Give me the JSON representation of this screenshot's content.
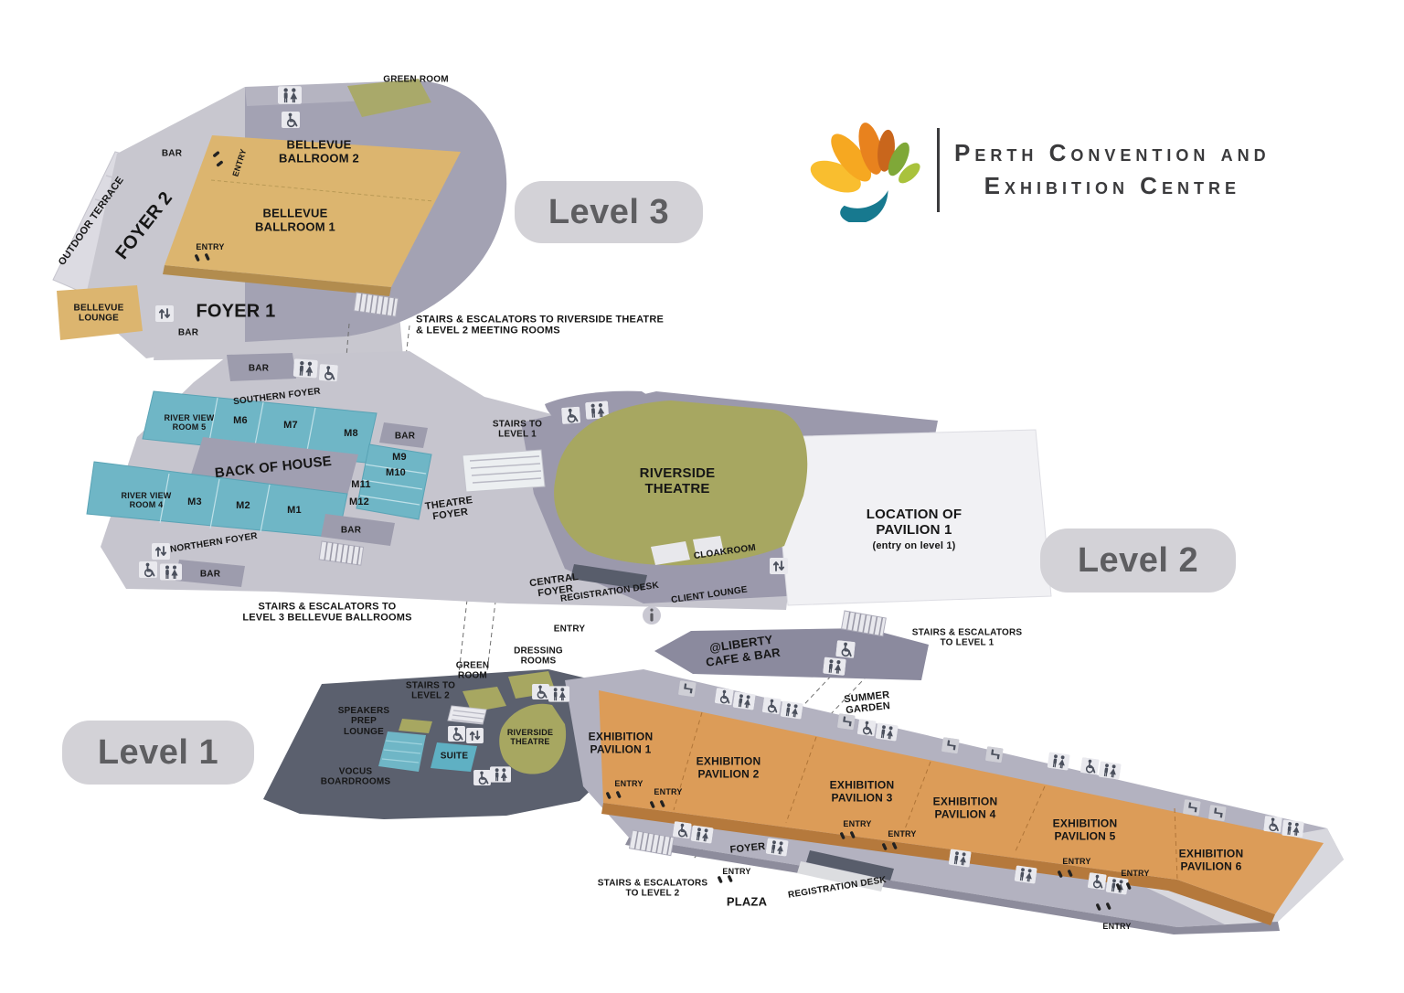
{
  "logo": {
    "line1": "Perth Convention and",
    "line2": "Exhibition Centre"
  },
  "badges": {
    "level1": "Level 1",
    "level2": "Level 2",
    "level3": "Level 3"
  },
  "common": {
    "bar": "BAR",
    "entry": "ENTRY",
    "registration_desk": "REGISTRATION DESK"
  },
  "level3": {
    "green_room": "GREEN ROOM",
    "ballroom2": "BELLEVUE\nBALLROOM 2",
    "ballroom1": "BELLEVUE\nBALLROOM 1",
    "foyer2": "FOYER 2",
    "foyer1": "FOYER 1",
    "outdoor_terrace": "OUTDOOR TERRACE",
    "bellevue_lounge": "BELLEVUE\nLOUNGE",
    "stairs_note": "STAIRS & ESCALATORS TO RIVERSIDE THEATRE\n& LEVEL 2 MEETING ROOMS"
  },
  "level2": {
    "southern_foyer": "SOUTHERN FOYER",
    "northern_foyer": "NORTHERN FOYER",
    "river_view_room_5": "RIVER VIEW\nROOM 5",
    "river_view_room_4": "RIVER VIEW\nROOM 4",
    "back_of_house": "BACK OF HOUSE",
    "meeting_rooms": [
      "M1",
      "M2",
      "M3",
      "M6",
      "M7",
      "M8",
      "M9",
      "M10",
      "M11",
      "M12"
    ],
    "theatre_foyer": "THEATRE\nFOYER",
    "stairs_to_level_1": "STAIRS TO\nLEVEL 1",
    "riverside_theatre": "RIVERSIDE\nTHEATRE",
    "cloakroom": "CLOAKROOM",
    "central_foyer": "CENTRAL\nFOYER",
    "client_lounge": "CLIENT LOUNGE",
    "location_pavilion_1": "LOCATION OF\nPAVILION 1",
    "location_pavilion_1_note": "(entry on level 1)",
    "stairs_note": "STAIRS & ESCALATORS TO\nLEVEL 3 BELLEVUE BALLROOMS",
    "liberty_cafe": "@LIBERTY\nCAFE & BAR",
    "stairs_escalators_level_1": "STAIRS & ESCALATORS\nTO LEVEL 1"
  },
  "level1": {
    "stairs_to_level_2": "STAIRS TO\nLEVEL 2",
    "green_room": "GREEN\nROOM",
    "dressing_rooms": "DRESSING\nROOMS",
    "speakers_prep_lounge": "SPEAKERS\nPREP\nLOUNGE",
    "vocus_boardrooms": "VOCUS\nBOARDROOMS",
    "suite": "SUITE",
    "riverside_theatre": "RIVERSIDE\nTHEATRE",
    "summer_garden": "SUMMER\nGARDEN",
    "pavilions": [
      "EXHIBITION\nPAVILION 1",
      "EXHIBITION\nPAVILION 2",
      "EXHIBITION\nPAVILION 3",
      "EXHIBITION\nPAVILION 4",
      "EXHIBITION\nPAVILION 5",
      "EXHIBITION\nPAVILION 6"
    ],
    "foyer": "FOYER",
    "plaza": "PLAZA",
    "stairs_note": "STAIRS & ESCALATORS\nTO LEVEL 2"
  },
  "colors": {
    "pavilion_orange": "#dc9c58",
    "ballroom_gold": "#dcb56f",
    "meeting_blue": "#6fb6c6",
    "theatre_olive": "#a7a761",
    "plate_gray": "#c6c5ce",
    "plate_dark": "#9b99ac",
    "charcoal": "#5b606e",
    "badge_gray": "#d3d2d7",
    "logo_teal": "#17798f"
  }
}
